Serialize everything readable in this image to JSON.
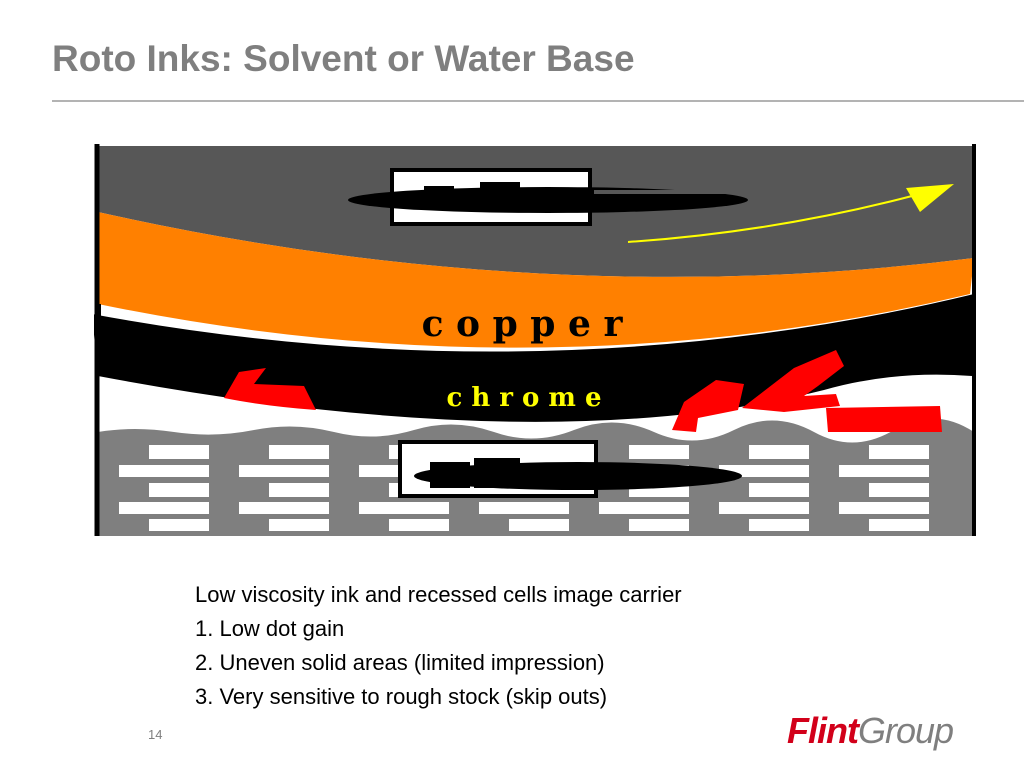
{
  "slide": {
    "title": "Roto Inks: Solvent or Water Base",
    "page_number": "14"
  },
  "diagram": {
    "layer_labels": {
      "copper": "c o p p e r",
      "chrome": "c h r o m e"
    },
    "colors": {
      "steel": "#575757",
      "copper": "#ff8000",
      "chrome": "#ffff00",
      "ink": "#ff0000",
      "substrate": "#7f7f7f",
      "arrow": "#ffff00"
    }
  },
  "caption": {
    "lines": [
      "Low viscosity ink and recessed cells image carrier",
      "1. Low dot gain",
      "2. Uneven solid areas (limited impression)",
      "3. Very sensitive to rough stock (skip outs)"
    ]
  },
  "logo": {
    "part1": "Flint",
    "part2": "Group"
  }
}
